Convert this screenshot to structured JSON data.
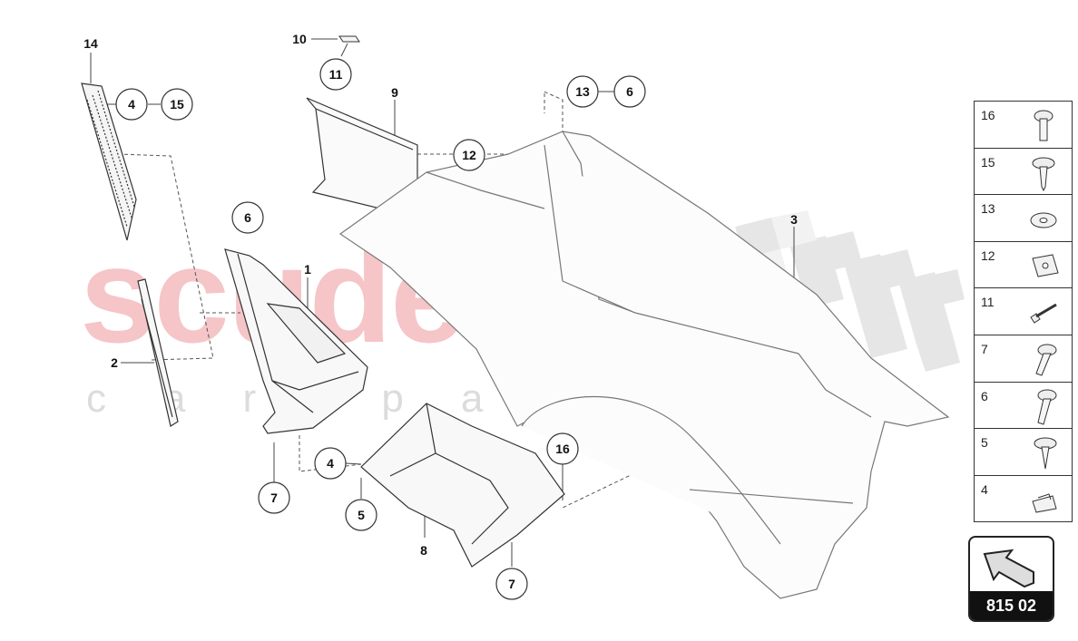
{
  "watermark": {
    "brand": "scuderia",
    "sub": "car parts"
  },
  "callouts": [
    {
      "id": "c14",
      "label": "14"
    },
    {
      "id": "c4a",
      "label": "4"
    },
    {
      "id": "c15",
      "label": "15"
    },
    {
      "id": "c10",
      "label": "10"
    },
    {
      "id": "c11",
      "label": "11"
    },
    {
      "id": "c9",
      "label": "9"
    },
    {
      "id": "c13",
      "label": "13"
    },
    {
      "id": "c6a",
      "label": "6"
    },
    {
      "id": "c12",
      "label": "12"
    },
    {
      "id": "c6b",
      "label": "6"
    },
    {
      "id": "c1",
      "label": "1"
    },
    {
      "id": "c3",
      "label": "3"
    },
    {
      "id": "c2",
      "label": "2"
    },
    {
      "id": "c4b",
      "label": "4"
    },
    {
      "id": "c7a",
      "label": "7"
    },
    {
      "id": "c5",
      "label": "5"
    },
    {
      "id": "c16",
      "label": "16"
    },
    {
      "id": "c8",
      "label": "8"
    },
    {
      "id": "c7b",
      "label": "7"
    }
  ],
  "legend": [
    {
      "number": "16",
      "icon": "pan-head-bolt-icon"
    },
    {
      "number": "15",
      "icon": "flanged-screw-icon"
    },
    {
      "number": "13",
      "icon": "washer-icon"
    },
    {
      "number": "12",
      "icon": "spring-nut-clip-icon"
    },
    {
      "number": "11",
      "icon": "blind-rivet-icon"
    },
    {
      "number": "7",
      "icon": "flanged-bolt-icon"
    },
    {
      "number": "6",
      "icon": "long-bolt-icon"
    },
    {
      "number": "5",
      "icon": "tapping-screw-icon"
    },
    {
      "number": "4",
      "icon": "speed-nut-icon"
    }
  ],
  "reference": {
    "number": "815 02",
    "icon": "direction-arrow-icon"
  }
}
